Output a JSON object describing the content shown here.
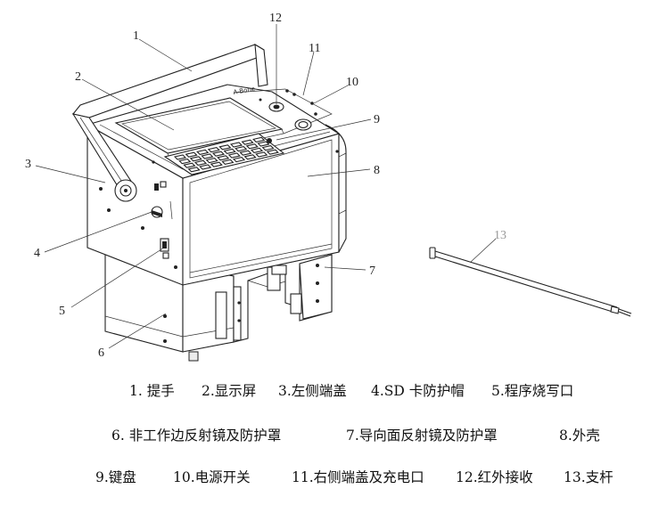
{
  "callouts": {
    "c1": "1",
    "c2": "2",
    "c3": "3",
    "c4": "4",
    "c5": "5",
    "c6": "6",
    "c7": "7",
    "c8": "8",
    "c9": "9",
    "c10": "10",
    "c11": "11",
    "c12": "12",
    "c13": "13"
  },
  "device_logo": "A-Bone",
  "legend": {
    "row1": [
      "1.  提手",
      "2.显示屏",
      "3.左侧端盖",
      "4.SD 卡防护帽",
      "5.程序烧写口"
    ],
    "row2": [
      "6.  非工作边反射镜及防护罩",
      "7.导向面反射镜及防护罩",
      "8.外壳"
    ],
    "row3": [
      "9.键盘",
      "10.电源开关",
      "11.右侧端盖及充电口",
      "12.红外接收",
      "13.支杆"
    ]
  }
}
